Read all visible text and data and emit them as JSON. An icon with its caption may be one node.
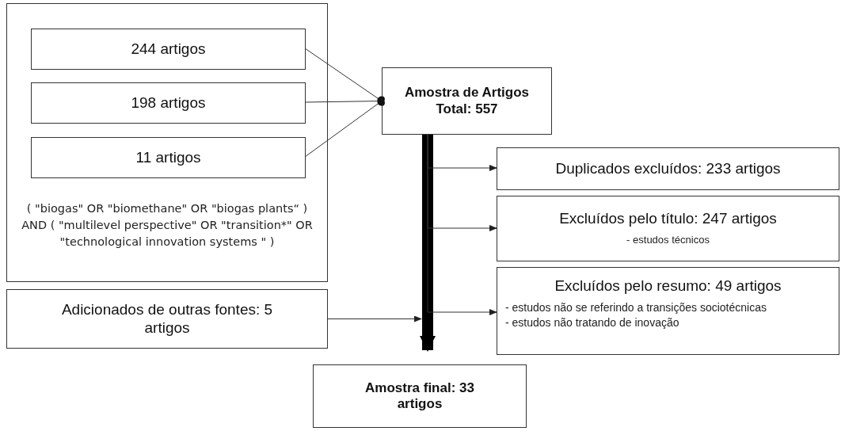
{
  "diagram": {
    "nodes": [
      {
        "text": [
          "( \"biogas\" OR \"biomethane\" OR \"biogas plants“ ) AND ( \"multilevel perspective\" OR \"transition*\" OR \"technological innovation systems \" )"
        ]
      },
      {
        "text": [
          "244 artigos"
        ],
        "in": 0
      },
      {
        "text": [
          "198 artigos"
        ],
        "in": 0
      },
      {
        "text": [
          "11 artigos"
        ],
        "in": 0
      },
      {
        "text": [
          "Amostra de Artigos Total: 557"
        ]
      },
      {
        "text": [
          "Duplicados excluídos: 233 artigos"
        ]
      },
      {
        "text": [
          "Excluídos pelo título: 247 artigos",
          "- estudos técnicos"
        ]
      },
      {
        "text": [
          "Excluídos pelo resumo: 49 artigos",
          "- estudos não se referindo a transições sociotécnicas",
          "- estudos não tratando de inovação"
        ]
      },
      {
        "text": [
          "Adicionados de outras fontes: 5 artigos"
        ]
      },
      {
        "text": [
          "Amostra final: 33 artigos"
        ]
      }
    ],
    "edges": [
      {
        "from": 1,
        "to": 4,
        "arrow": "other"
      },
      {
        "from": 2,
        "to": 4,
        "arrow": "other"
      },
      {
        "from": 3,
        "to": 4,
        "arrow": "other"
      },
      {
        "from": 4,
        "to": 9,
        "arrow": "to",
        "style": "thick"
      },
      {
        "from": 4,
        "to": 5,
        "arrow": "to"
      },
      {
        "from": 4,
        "to": 6,
        "arrow": "to"
      },
      {
        "from": 4,
        "to": 7,
        "arrow": "to"
      },
      {
        "from": 8,
        "to": 9,
        "arrow": "to"
      }
    ]
  }
}
